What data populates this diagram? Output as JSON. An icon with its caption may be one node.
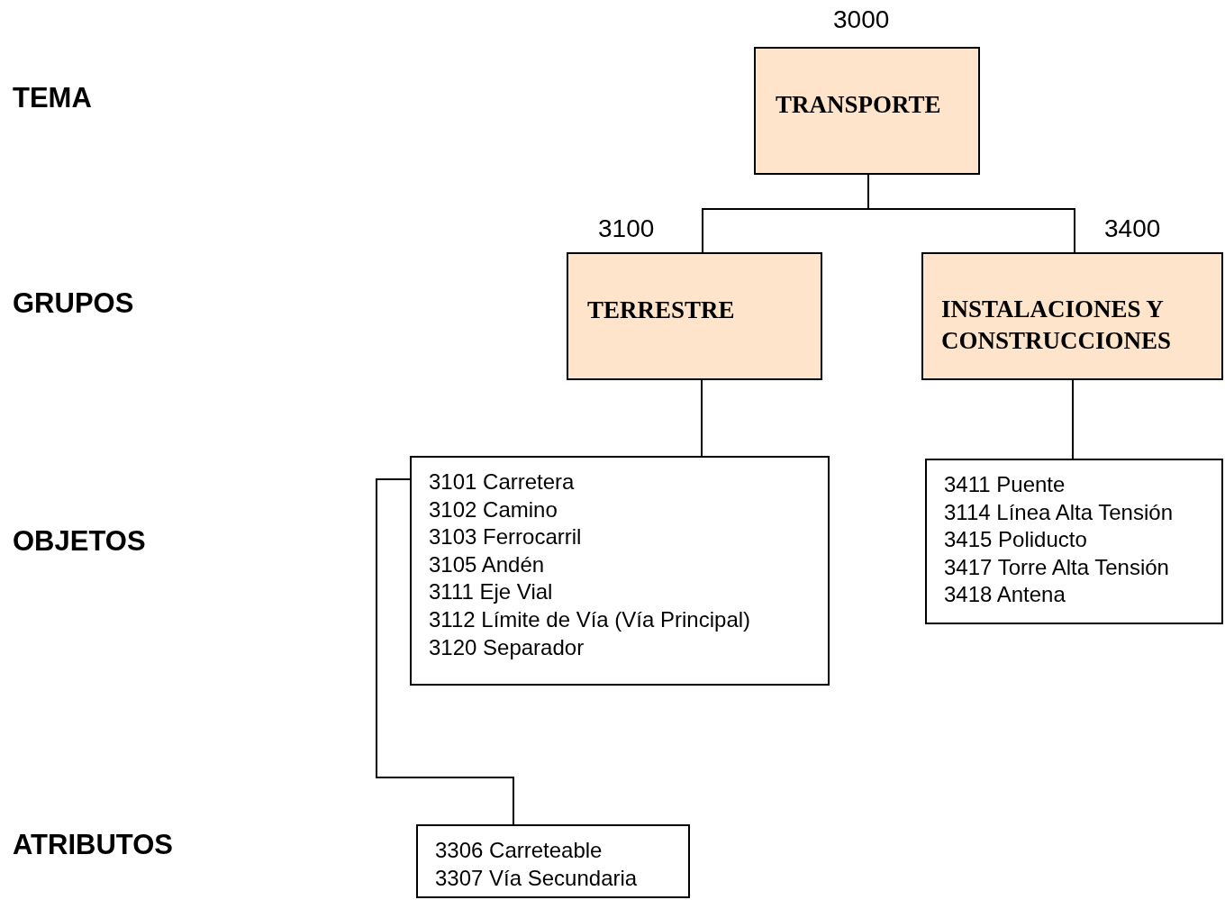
{
  "diagram": {
    "nodes": [
      {
        "text": [
          "TRANSPORTE"
        ],
        "beside": [
          "3000"
        ]
      },
      {
        "text": [
          "TERRESTRE"
        ],
        "beside": [
          "3100"
        ]
      },
      {
        "text": [
          "INSTALACIONES Y CONSTRUCCIONES"
        ],
        "beside": [
          "3400"
        ]
      },
      {
        "text": [
          "3101 Carretera",
          "3102 Camino",
          "3103 Ferrocarril",
          "3105 Andén",
          "3111 Eje Vial",
          "3112 Límite de Vía (Vía Principal)",
          "3120 Separador"
        ]
      },
      {
        "text": [
          "3411 Puente",
          "3114 Línea Alta Tensión",
          "3415 Poliducto",
          "3417 Torre Alta Tensión",
          "3418 Antena"
        ]
      },
      {
        "text": [
          "3306 Carreteable",
          "3307 Vía Secundaria"
        ]
      }
    ],
    "edges": [
      {
        "from": 0,
        "to": 1,
        "arrow": "none"
      },
      {
        "from": 0,
        "to": 2,
        "arrow": "none"
      },
      {
        "from": 1,
        "to": 3,
        "arrow": "none"
      },
      {
        "from": 2,
        "to": 4,
        "arrow": "none"
      },
      {
        "from": 3,
        "to": 5,
        "arrow": "none"
      }
    ],
    "labels": [
      "TEMA",
      "GRUPOS",
      "OBJETOS",
      "ATRIBUTOS"
    ]
  }
}
